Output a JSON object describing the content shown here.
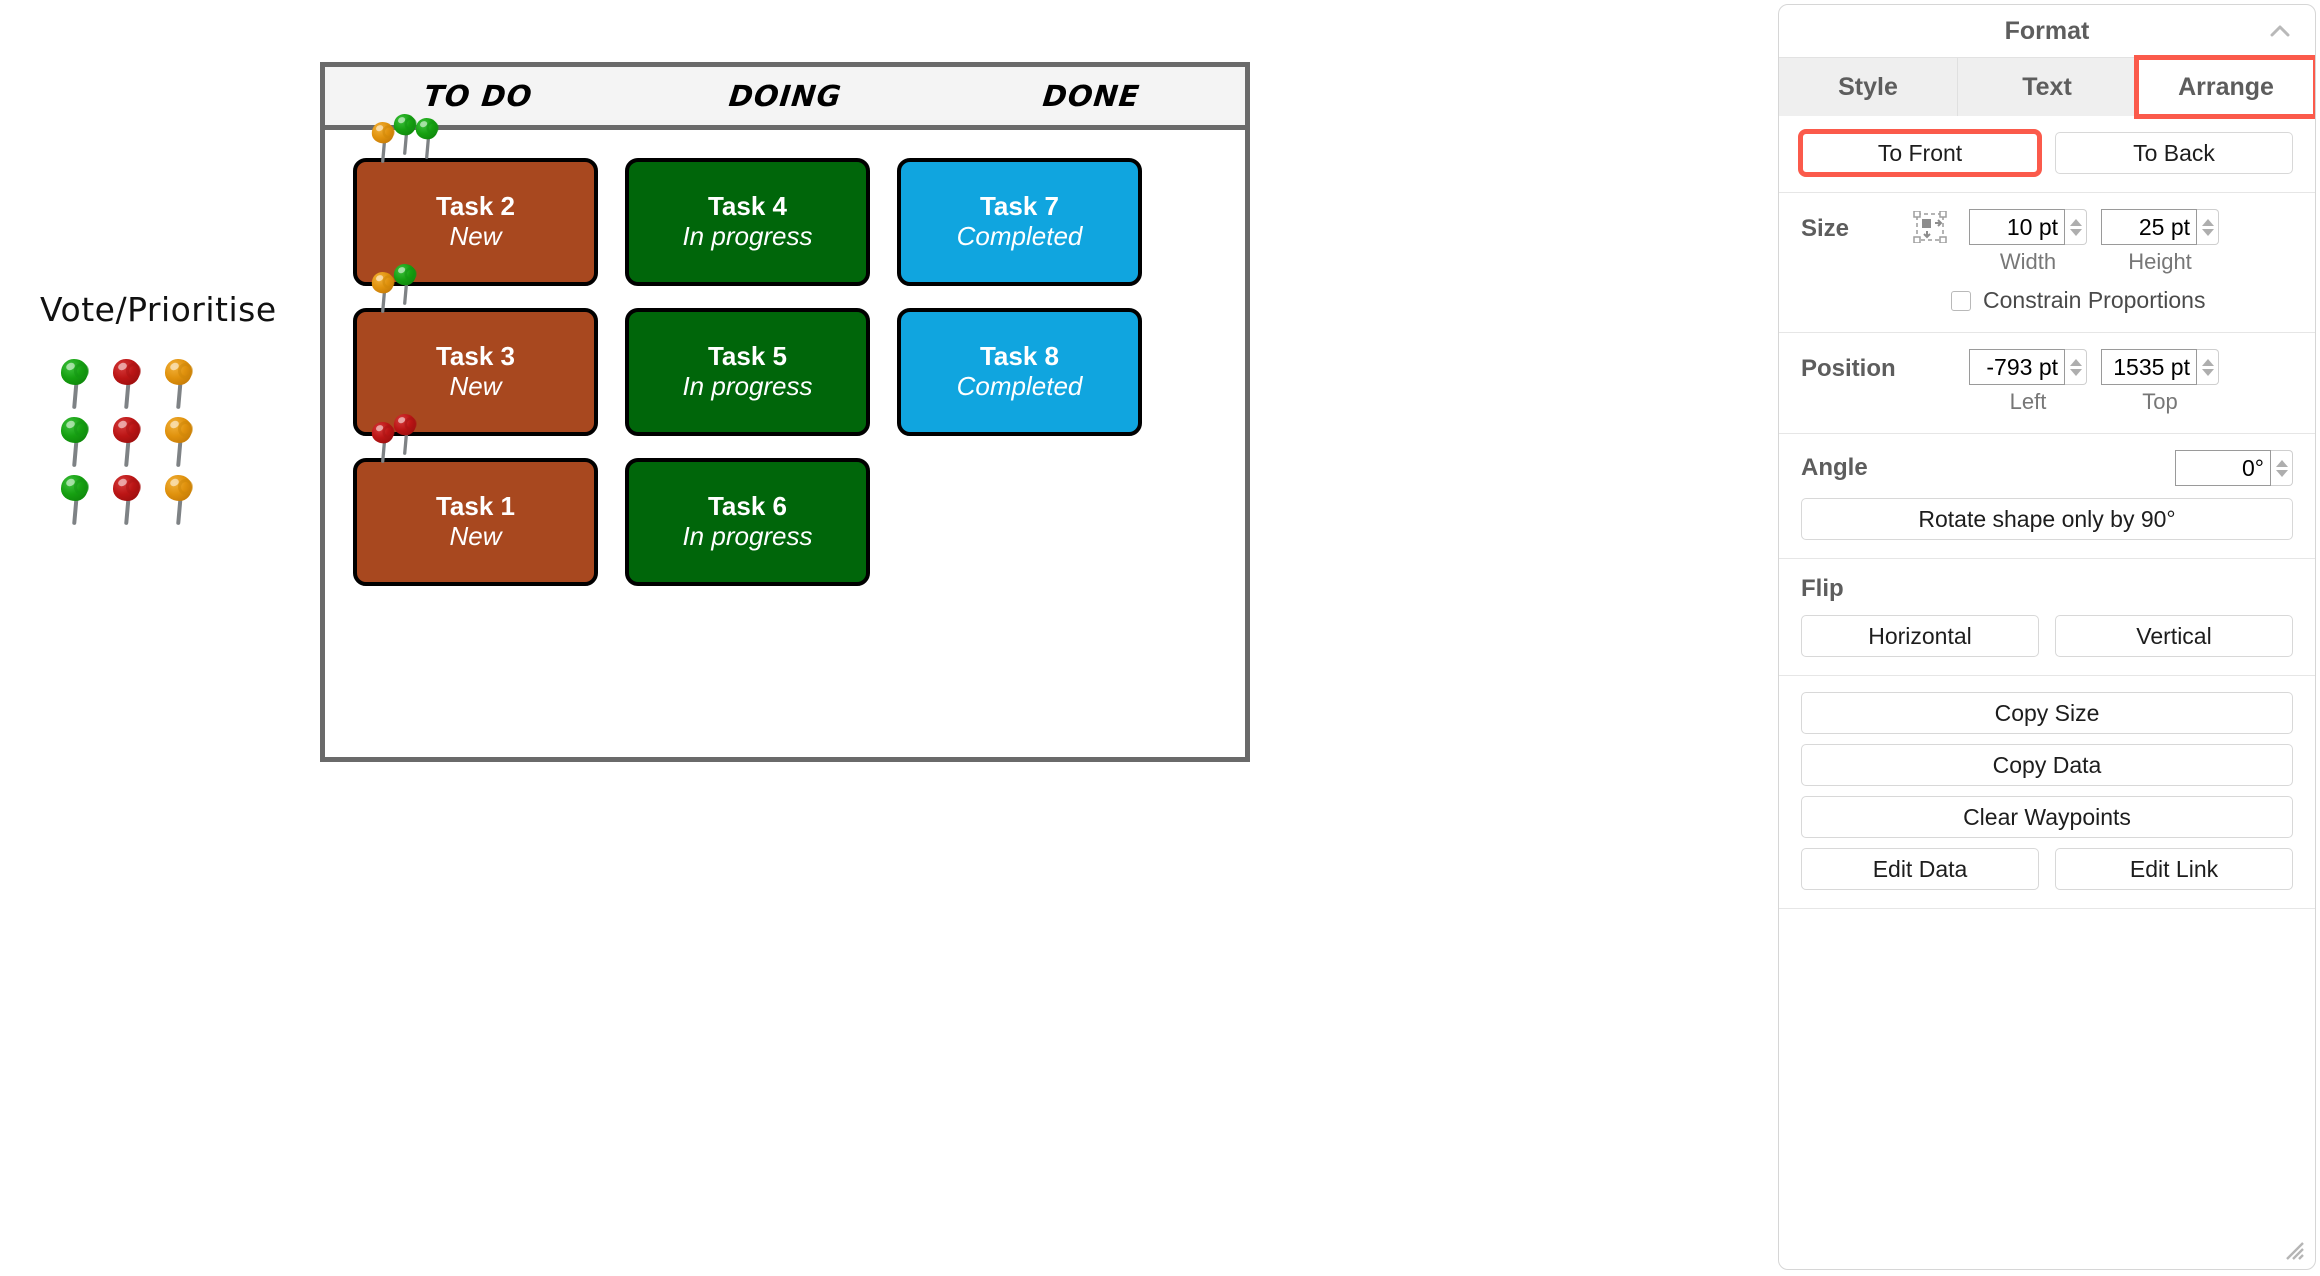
{
  "canvas": {
    "legend": {
      "title": "Vote/Prioritise",
      "pins": [
        {
          "color": "green",
          "name": "pin-green"
        },
        {
          "color": "red",
          "name": "pin-red"
        },
        {
          "color": "orange",
          "name": "pin-orange"
        },
        {
          "color": "green",
          "name": "pin-green"
        },
        {
          "color": "red",
          "name": "pin-red"
        },
        {
          "color": "orange",
          "name": "pin-orange"
        },
        {
          "color": "green",
          "name": "pin-green"
        },
        {
          "color": "red",
          "name": "pin-red"
        },
        {
          "color": "orange",
          "name": "pin-orange"
        }
      ]
    },
    "board": {
      "columns": [
        "TO DO",
        "DOING",
        "DONE"
      ],
      "colors": {
        "todo": "#a8481f",
        "doing": "#00660a",
        "done": "#10a5df",
        "border": "#000000",
        "board_border": "#6a6a6a",
        "header_bg": "#f4f4f4"
      },
      "cards": [
        {
          "title": "Task 2",
          "status": "New",
          "column": "todo",
          "row": 0,
          "pins": [
            "orange",
            "green",
            "green"
          ]
        },
        {
          "title": "Task 3",
          "status": "New",
          "column": "todo",
          "row": 1,
          "pins": [
            "orange",
            "green"
          ]
        },
        {
          "title": "Task 1",
          "status": "New",
          "column": "todo",
          "row": 2,
          "pins": [
            "red",
            "red"
          ]
        },
        {
          "title": "Task 4",
          "status": "In progress",
          "column": "doing",
          "row": 0,
          "pins": []
        },
        {
          "title": "Task 5",
          "status": "In progress",
          "column": "doing",
          "row": 1,
          "pins": []
        },
        {
          "title": "Task 6",
          "status": "In progress",
          "column": "doing",
          "row": 2,
          "pins": []
        },
        {
          "title": "Task 7",
          "status": "Completed",
          "column": "done",
          "row": 0,
          "pins": []
        },
        {
          "title": "Task 8",
          "status": "Completed",
          "column": "done",
          "row": 1,
          "pins": []
        }
      ]
    }
  },
  "panel": {
    "title": "Format",
    "collapse_icon": "chevron-up-icon",
    "tabs": [
      {
        "label": "Style",
        "active": false,
        "highlighted": false
      },
      {
        "label": "Text",
        "active": false,
        "highlighted": false
      },
      {
        "label": "Arrange",
        "active": true,
        "highlighted": true
      }
    ],
    "order": {
      "to_front": "To Front",
      "to_back": "To Back",
      "to_front_highlighted": true
    },
    "size": {
      "label": "Size",
      "icon": "autosize-icon",
      "width_value": "10 pt",
      "height_value": "25 pt",
      "width_label": "Width",
      "height_label": "Height",
      "constrain_label": "Constrain Proportions",
      "constrain_checked": false
    },
    "position": {
      "label": "Position",
      "left_value": "-793 pt",
      "top_value": "1535 pt",
      "left_label": "Left",
      "top_label": "Top"
    },
    "angle": {
      "label": "Angle",
      "value": "0°",
      "rotate_label": "Rotate shape only by 90°"
    },
    "flip": {
      "label": "Flip",
      "horizontal": "Horizontal",
      "vertical": "Vertical"
    },
    "actions": {
      "copy_size": "Copy Size",
      "copy_data": "Copy Data",
      "clear_waypoints": "Clear Waypoints",
      "edit_data": "Edit Data",
      "edit_link": "Edit Link"
    },
    "highlight_color": "#fb5a4b",
    "resize_grip": "resize-grip-icon"
  }
}
